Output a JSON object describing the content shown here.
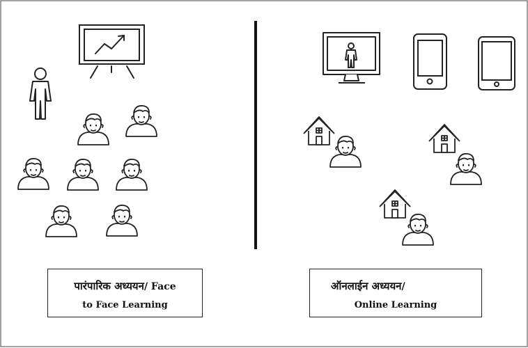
{
  "left_panel": {
    "caption_hindi": "पारंपारिक अध्ययन",
    "caption_english_1": "/ Face",
    "caption_english_2": "to Face Learning"
  },
  "right_panel": {
    "caption_hindi": "ऑनलाईन  अध्ययन",
    "caption_english_1": "/",
    "caption_english_2": "Online Learning"
  },
  "icons": [
    "presentation-board-icon",
    "teacher-icon",
    "student-icon",
    "monitor-icon",
    "smartphone-icon",
    "tablet-icon",
    "house-icon"
  ],
  "colors": {
    "ink": "#222222",
    "divider": "#111111",
    "background": "#ffffff"
  }
}
